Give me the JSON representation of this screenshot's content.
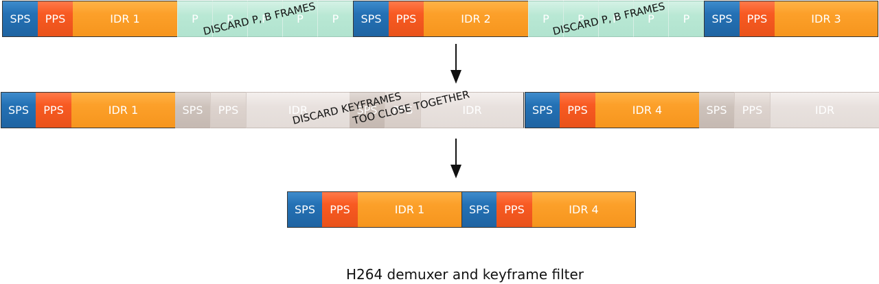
{
  "rows": [
    {
      "cells": [
        {
          "label": "SPS",
          "kind": "sps"
        },
        {
          "label": "PPS",
          "kind": "pps"
        },
        {
          "label": "IDR 1",
          "kind": "idr"
        },
        {
          "label": "P",
          "kind": "p"
        },
        {
          "label": "P",
          "kind": "p"
        },
        {
          "label": "P",
          "kind": "p"
        },
        {
          "label": "P",
          "kind": "p"
        },
        {
          "label": "P",
          "kind": "p"
        },
        {
          "label": "SPS",
          "kind": "sps"
        },
        {
          "label": "PPS",
          "kind": "pps"
        },
        {
          "label": "IDR 2",
          "kind": "idr"
        },
        {
          "label": "P",
          "kind": "p"
        },
        {
          "label": "P",
          "kind": "p"
        },
        {
          "label": "P",
          "kind": "p"
        },
        {
          "label": "P",
          "kind": "p"
        },
        {
          "label": "P",
          "kind": "p"
        },
        {
          "label": "SPS",
          "kind": "sps"
        },
        {
          "label": "PPS",
          "kind": "pps"
        },
        {
          "label": "IDR 3",
          "kind": "idr"
        }
      ]
    },
    {
      "cells": [
        {
          "label": "SPS",
          "kind": "sps"
        },
        {
          "label": "PPS",
          "kind": "pps"
        },
        {
          "label": "IDR 1",
          "kind": "idr"
        },
        {
          "label": "SPS",
          "kind": "sps-d"
        },
        {
          "label": "PPS",
          "kind": "pps-d"
        },
        {
          "label": "IDR",
          "kind": "idr-d"
        },
        {
          "label": "SPS",
          "kind": "sps-d"
        },
        {
          "label": "PPS",
          "kind": "pps-d"
        },
        {
          "label": "IDR",
          "kind": "idr-d"
        },
        {
          "label": "SPS",
          "kind": "sps"
        },
        {
          "label": "PPS",
          "kind": "pps"
        },
        {
          "label": "IDR 4",
          "kind": "idr"
        },
        {
          "label": "SPS",
          "kind": "sps-d"
        },
        {
          "label": "PPS",
          "kind": "pps-d"
        },
        {
          "label": "IDR",
          "kind": "idr-d"
        }
      ]
    },
    {
      "cells": [
        {
          "label": "SPS",
          "kind": "sps"
        },
        {
          "label": "PPS",
          "kind": "pps"
        },
        {
          "label": "IDR 1",
          "kind": "idr"
        },
        {
          "label": "SPS",
          "kind": "sps"
        },
        {
          "label": "PPS",
          "kind": "pps"
        },
        {
          "label": "IDR 4",
          "kind": "idr"
        }
      ]
    }
  ],
  "notes": {
    "discard_pb_1": "DISCARD P, B FRAMES",
    "discard_pb_2": "DISCARD P, B FRAMES",
    "discard_key_line1": "DISCARD KEYFRAMES",
    "discard_key_line2": "TOO CLOSE TOGETHER"
  },
  "caption": "H264 demuxer and keyframe filter",
  "colors": {
    "sps": "#2471b5",
    "pps": "#f85a22",
    "idr": "#fca02a",
    "p_frame": "#b9e8d4",
    "discarded": "#e3dcd8",
    "border": "#333333"
  }
}
